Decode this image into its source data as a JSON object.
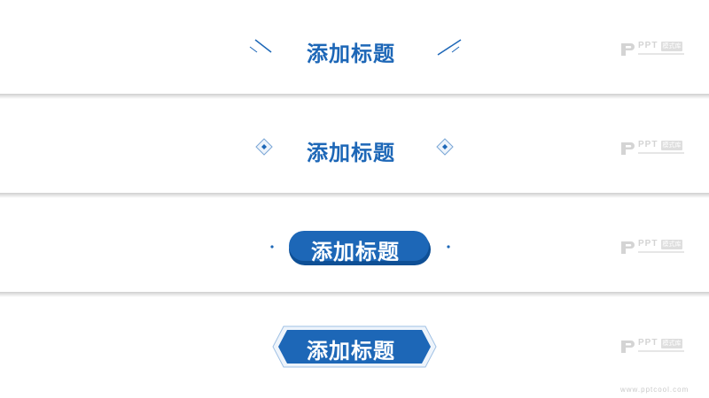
{
  "slides": [
    {
      "title": "添加标题"
    },
    {
      "title": "添加标题"
    },
    {
      "title": "添加标题"
    },
    {
      "title": "添加标题"
    }
  ],
  "watermark": {
    "text": "PPT",
    "badge": "模式库",
    "url": "www.pptcool.com"
  },
  "colors": {
    "primary": "#1d67b7",
    "line": "#8cb4df",
    "shadow": "#cfcfcf",
    "watermark": "#d4d4d4"
  },
  "icons": [
    "ppt-logo-icon",
    "diamond-ornament-icon",
    "dot-ornament-icon"
  ]
}
